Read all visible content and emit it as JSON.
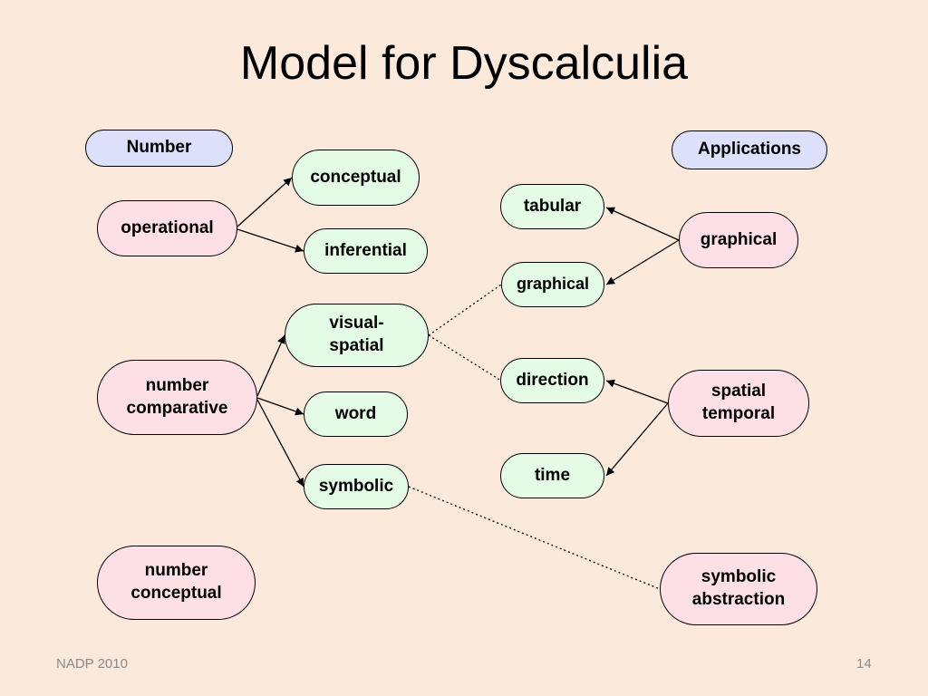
{
  "title": "Model for Dyscalculia",
  "headers": {
    "left": "Number",
    "right": "Applications"
  },
  "nodes": {
    "operational": "operational",
    "conceptual": "conceptual",
    "inferential": "inferential",
    "number_comparative": "number\ncomparative",
    "visual_spatial": "visual-\nspatial",
    "word": "word",
    "symbolic": "symbolic",
    "number_conceptual": "number\nconceptual",
    "tabular": "tabular",
    "graphical_left": "graphical",
    "direction": "direction",
    "time": "time",
    "graphical_right": "graphical",
    "spatial_temporal": "spatial\ntemporal",
    "symbolic_abstraction": "symbolic\nabstraction"
  },
  "edges": [
    {
      "from": "operational",
      "to": "conceptual",
      "style": "arrow"
    },
    {
      "from": "operational",
      "to": "inferential",
      "style": "arrow"
    },
    {
      "from": "number comparative",
      "to": "visual-spatial",
      "style": "arrow"
    },
    {
      "from": "number comparative",
      "to": "word",
      "style": "arrow"
    },
    {
      "from": "number comparative",
      "to": "symbolic",
      "style": "arrow"
    },
    {
      "from": "graphical (applications)",
      "to": "tabular",
      "style": "arrow"
    },
    {
      "from": "graphical (applications)",
      "to": "graphical",
      "style": "arrow"
    },
    {
      "from": "spatial temporal",
      "to": "direction",
      "style": "arrow"
    },
    {
      "from": "spatial temporal",
      "to": "time",
      "style": "arrow"
    },
    {
      "from": "visual-spatial",
      "to": "graphical",
      "style": "dotted"
    },
    {
      "from": "visual-spatial",
      "to": "direction",
      "style": "dotted"
    },
    {
      "from": "symbolic",
      "to": "symbolic abstraction",
      "style": "dotted"
    }
  ],
  "colors": {
    "background": "#fbe9dc",
    "pink_node": "#fde0e6",
    "green_node": "#e4fce6",
    "blue_header": "#dde0fb"
  },
  "footer": {
    "left": "NADP 2010",
    "right": "14"
  }
}
